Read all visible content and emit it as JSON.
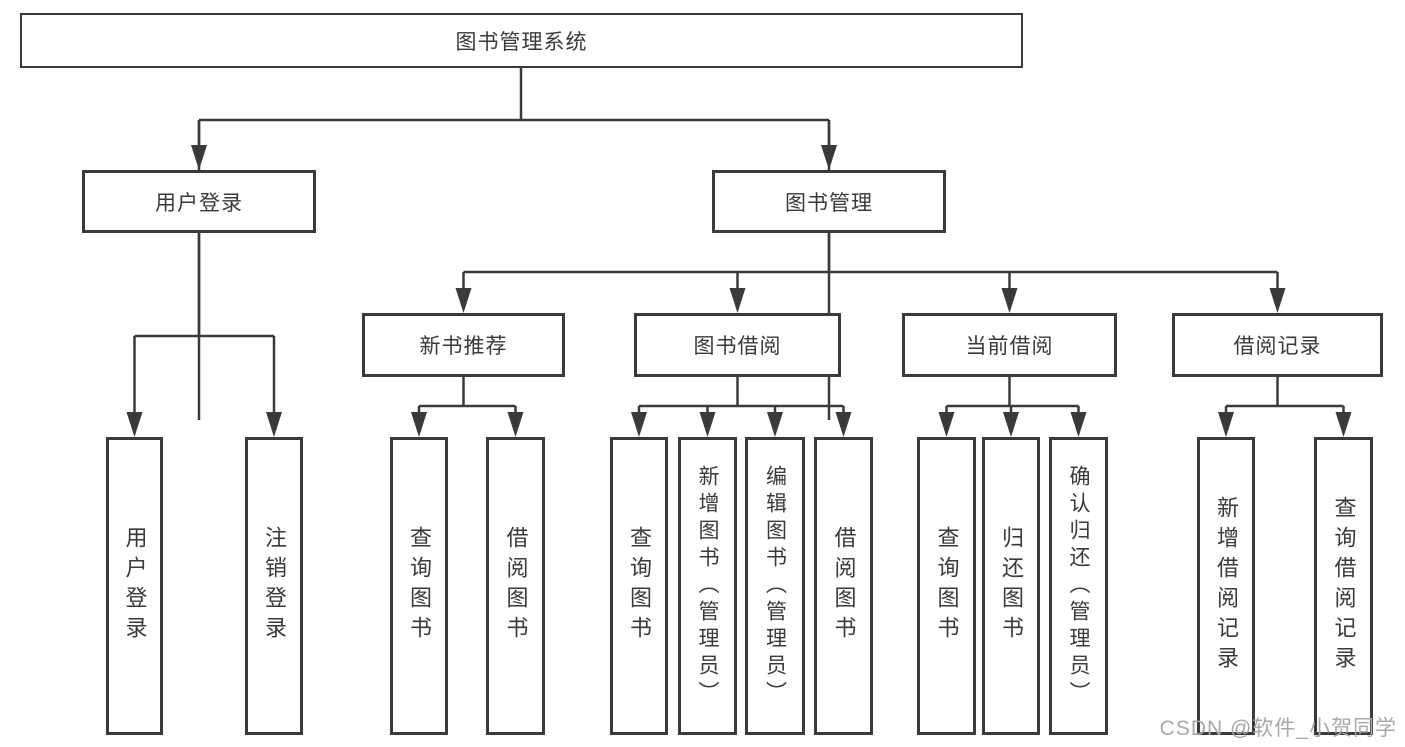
{
  "diagram_title": "图书管理系统",
  "nodes": {
    "root": {
      "label": "图书管理系统"
    },
    "level2": [
      {
        "label": "用户登录"
      },
      {
        "label": "图书管理"
      }
    ],
    "level3": [
      {
        "label": "新书推荐"
      },
      {
        "label": "图书借阅"
      },
      {
        "label": "当前借阅"
      },
      {
        "label": "借阅记录"
      }
    ],
    "leaves": {
      "user_login": [
        {
          "label": "用户登录"
        },
        {
          "label": "注销登录"
        }
      ],
      "new_book_recommend": [
        {
          "label": "查询图书"
        },
        {
          "label": "借阅图书"
        }
      ],
      "book_borrowing": [
        {
          "label": "查询图书"
        },
        {
          "label": "新增图书（管理员）"
        },
        {
          "label": "编辑图书（管理员）"
        },
        {
          "label": "借阅图书"
        }
      ],
      "current_borrowing": [
        {
          "label": "查询图书"
        },
        {
          "label": "归还图书"
        },
        {
          "label": "确认归还（管理员）"
        }
      ],
      "borrowing_records": [
        {
          "label": "新增借阅记录"
        },
        {
          "label": "查询借阅记录"
        }
      ]
    }
  },
  "watermark": "CSDN @软件_小贺同学",
  "colors": {
    "line": "#3a3a3a",
    "border": "#3a3a3a",
    "text": "#3a3a3a",
    "background": "#ffffff",
    "watermark": "#a8a8a8"
  }
}
